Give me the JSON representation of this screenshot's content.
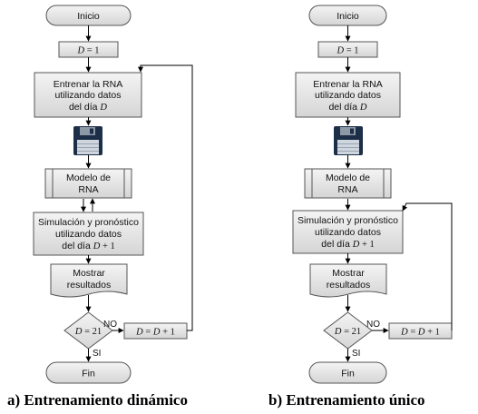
{
  "labels": {
    "inicio": "Inicio",
    "d_var": "D",
    "d_eq_1_rhs": " = 1",
    "entrenar_line1": "Entrenar la RNA",
    "entrenar_line2": "utilizando datos",
    "entrenar_line3_prefix": "del día ",
    "modelo_line1": "Modelo de",
    "modelo_line2": "RNA",
    "sim_line1": "Simulación y pronóstico",
    "sim_line2": "utilizando datos",
    "sim_line3_prefix": "del día ",
    "sim_line3_suffix": " + 1",
    "mostrar_line1": "Mostrar",
    "mostrar_line2": "resultados",
    "decision_rhs": " = 21",
    "increment_mid": " = ",
    "increment_suffix": " + 1",
    "no": "NO",
    "si": "SI",
    "fin": "Fin"
  },
  "captions": {
    "a": "a) Entrenamiento dinámico",
    "b": "b) Entrenamiento único"
  },
  "colors": {
    "box_light": "#f4f4f4",
    "box_dark": "#d5d5d5",
    "stroke": "#555555",
    "disk_body": "#1c2e48",
    "disk_label": "#cfd6de",
    "disk_shutter": "#8e99a6"
  },
  "icons": {
    "storage": "floppy-disk-icon"
  }
}
